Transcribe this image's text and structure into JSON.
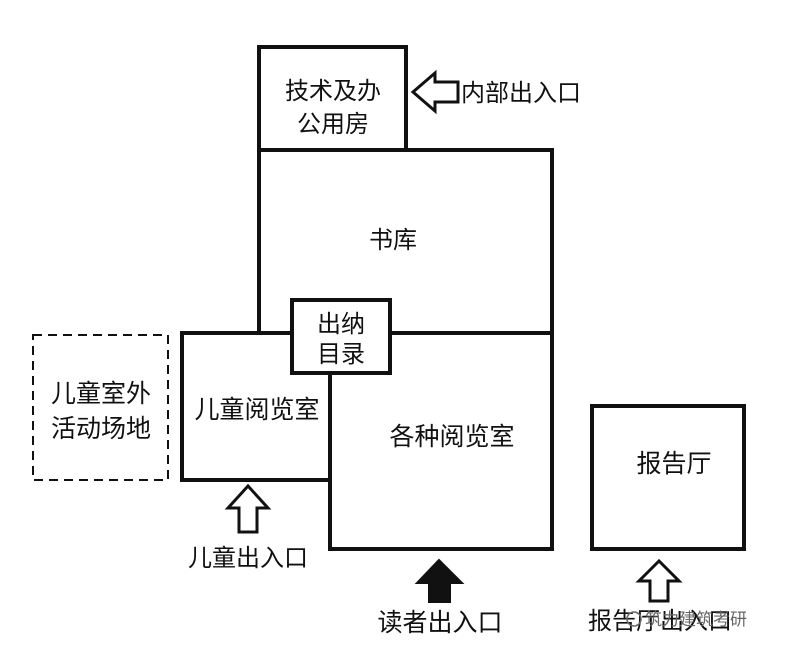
{
  "rooms": {
    "tech_office": {
      "line1": "技术及办",
      "line2": "公用房"
    },
    "stacks": "书库",
    "circulation": {
      "line1": "出纳",
      "line2": "目录"
    },
    "children_outdoor": {
      "line1": "儿童室外",
      "line2": "活动场地"
    },
    "children_reading": "儿童阅览室",
    "reading_rooms": "各种阅览室",
    "lecture_hall": "报告厅"
  },
  "entrances": {
    "internal": "内部出入口",
    "children": "儿童出入口",
    "readers": "读者出入口",
    "lecture": "报告厅出入口"
  },
  "watermark": "筑力建筑考研"
}
